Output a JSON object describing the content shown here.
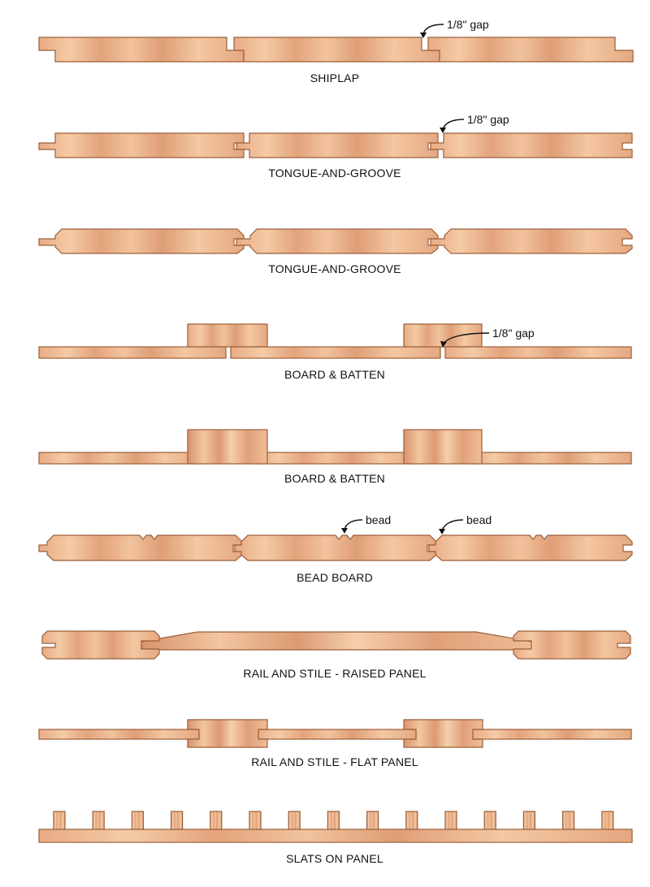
{
  "colors": {
    "wood_light": "#f3c9a4",
    "wood_mid": "#e7a982",
    "wood_dark": "#d99470",
    "outline": "#9a5f3a",
    "text": "#111111"
  },
  "panels": [
    {
      "label": "SHIPLAP"
    },
    {
      "label": "TONGUE-AND-GROOVE"
    },
    {
      "label": "TONGUE-AND-GROOVE"
    },
    {
      "label": "BOARD & BATTEN"
    },
    {
      "label": "BOARD & BATTEN"
    },
    {
      "label": "BEAD BOARD"
    },
    {
      "label": "RAIL AND STILE - RAISED PANEL"
    },
    {
      "label": "RAIL AND STILE - FLAT PANEL"
    },
    {
      "label": "SLATS ON PANEL"
    }
  ],
  "annotations": {
    "gap": "1/8\" gap",
    "bead": "bead"
  }
}
